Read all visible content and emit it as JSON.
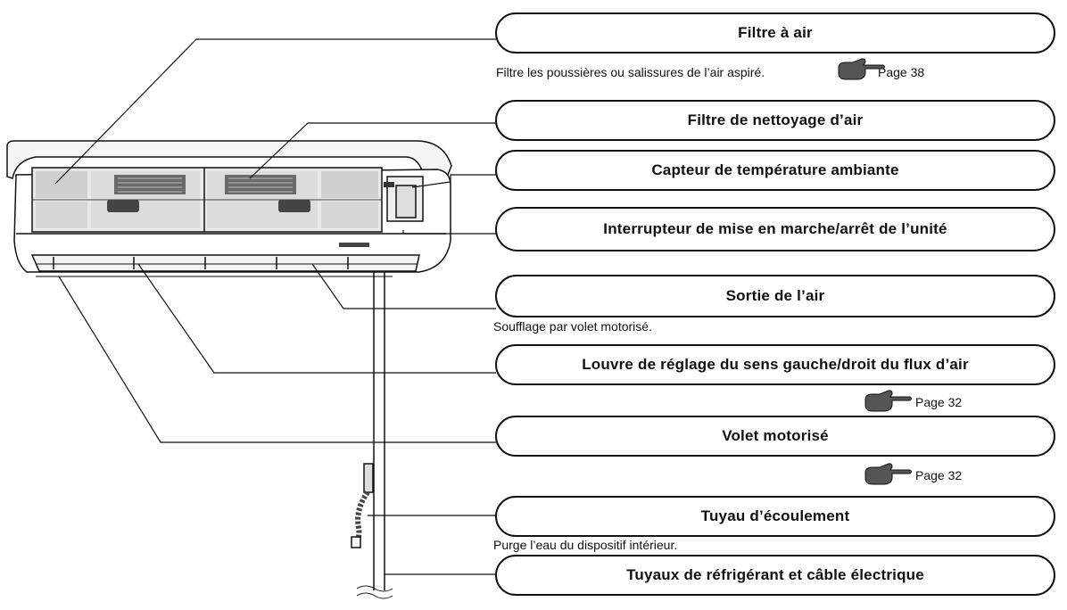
{
  "colors": {
    "ink": "#111111",
    "panel": "#f2f2f2",
    "dark": "#555555"
  },
  "icons": {
    "pointer": "pointing-hand-icon"
  },
  "labels": [
    {
      "id": "filtre-air",
      "title": "Filtre à air",
      "description": "Filtre les poussières ou salissures de l’air aspiré.",
      "page_ref": "Page 38"
    },
    {
      "id": "filtre-nettoyage",
      "title": "Filtre de nettoyage d’air"
    },
    {
      "id": "capteur",
      "title": "Capteur de température ambiante"
    },
    {
      "id": "interrupteur",
      "title": "Interrupteur de mise en marche/arrêt de l’unité"
    },
    {
      "id": "sortie",
      "title": "Sortie de l’air",
      "description": "Soufflage par volet motorisé."
    },
    {
      "id": "louvre",
      "title": "Louvre de réglage du sens gauche/droit du flux d’air",
      "page_ref": "Page 32"
    },
    {
      "id": "volet",
      "title": "Volet motorisé",
      "page_ref": "Page 32"
    },
    {
      "id": "tuyau-ecoulement",
      "title": "Tuyau d’écoulement",
      "description": "Purge l’eau du dispositif intérieur."
    },
    {
      "id": "tuyaux-refrigerant",
      "title": "Tuyaux de réfrigérant et câble électrique"
    }
  ]
}
